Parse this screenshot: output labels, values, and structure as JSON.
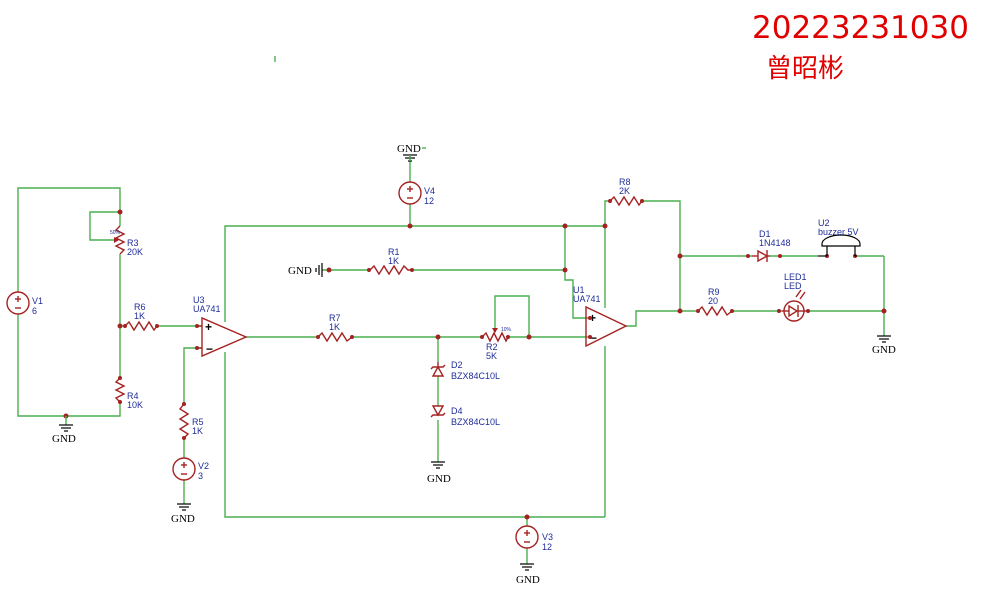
{
  "header": {
    "student_id": "20223231030",
    "student_name": "曾昭彬"
  },
  "ground_label": "GND",
  "components": {
    "v1": {
      "ref": "V1",
      "value": "6"
    },
    "v2": {
      "ref": "V2",
      "value": "3"
    },
    "v3": {
      "ref": "V3",
      "value": "12"
    },
    "v4": {
      "ref": "V4",
      "value": "12"
    },
    "r1": {
      "ref": "R1",
      "value": "1K"
    },
    "r2": {
      "ref": "R2",
      "value": "5K",
      "wiper": "10%"
    },
    "r3": {
      "ref": "R3",
      "value": "20K",
      "wiper": "50%"
    },
    "r4": {
      "ref": "R4",
      "value": "10K"
    },
    "r5": {
      "ref": "R5",
      "value": "1K"
    },
    "r6": {
      "ref": "R6",
      "value": "1K"
    },
    "r7": {
      "ref": "R7",
      "value": "1K"
    },
    "r8": {
      "ref": "R8",
      "value": "2K"
    },
    "r9": {
      "ref": "R9",
      "value": "20"
    },
    "u1": {
      "ref": "U1",
      "value": "UA741"
    },
    "u3": {
      "ref": "U3",
      "value": "UA741"
    },
    "d1": {
      "ref": "D1",
      "value": "1N4148"
    },
    "d2": {
      "ref": "D2",
      "value": "BZX84C10L"
    },
    "d4": {
      "ref": "D4",
      "value": "BZX84C10L"
    },
    "led1": {
      "ref": "LED1",
      "value": "LED"
    },
    "u2": {
      "ref": "U2",
      "value": "buzzer 5V"
    }
  },
  "colors": {
    "wire": "#4caf50",
    "component": "#a52222",
    "label": "#1f2d9a",
    "header": "#e00000"
  }
}
